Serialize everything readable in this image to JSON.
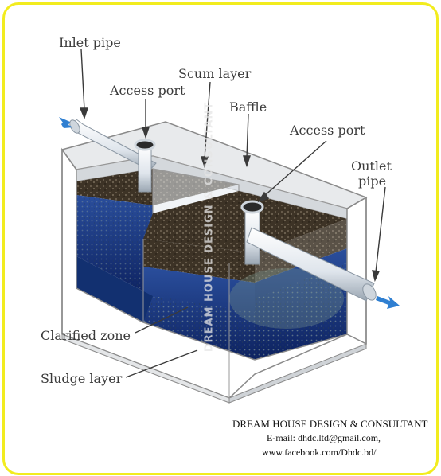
{
  "labels": {
    "inlet_pipe": "Inlet pipe",
    "access_port_1": "Access port",
    "scum_layer": "Scum layer",
    "baffle": "Baffle",
    "access_port_2": "Access port",
    "outlet_pipe_line1": "Outlet",
    "outlet_pipe_line2": "pipe",
    "clarified_zone": "Clarified zone",
    "sludge_layer": "Sludge layer"
  },
  "watermark": "DREAM HOUSE DESIGN & CONSULTANT",
  "credit": {
    "company": "DREAM HOUSE DESIGN & CONSULTANT",
    "email": "E-mail: dhdc.ltd@gmail.com,",
    "web": "www.facebook.com/Dhdc.bd/"
  },
  "colors": {
    "frame": "#f2ec1e",
    "water": "#1d3f8a",
    "scum": "#3b3125",
    "pipe": "#e6ecf2",
    "flow_arrow": "#2f7fd1"
  }
}
